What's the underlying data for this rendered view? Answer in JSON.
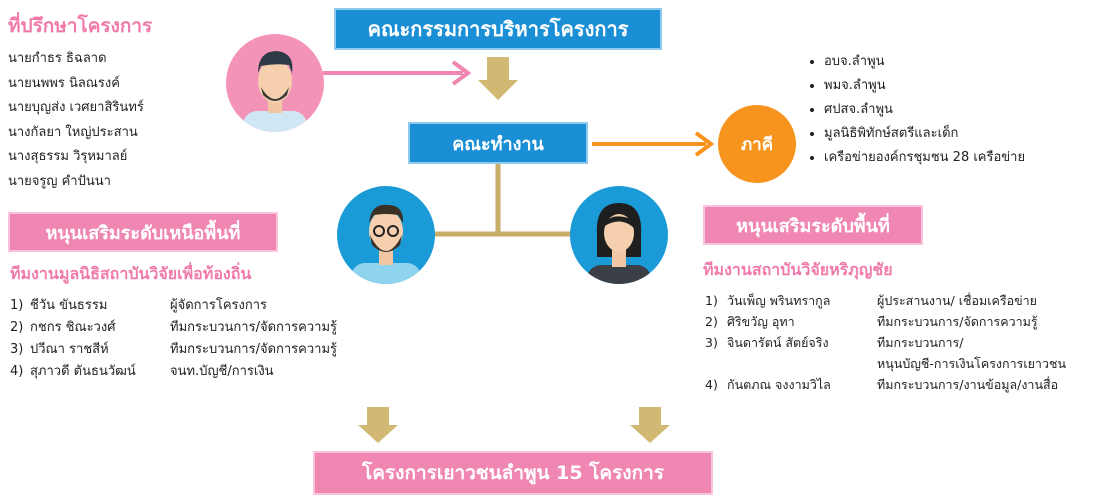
{
  "colors": {
    "blue": "#1a8fd6",
    "pink": "#f087b3",
    "orange": "#f7941d",
    "arrow_tan": "#d2b973",
    "line_tan": "#c9ad6a"
  },
  "top_box": "คณะกรรมการบริหารโครงการ",
  "working_box": "คณะทำงาน",
  "partner_circle": "ภาคี",
  "bottom_box": "โครงการเยาวชนลำพูน 15 โครงการ",
  "advisors": {
    "title": "ที่ปรึกษาโครงการ",
    "names": [
      "นายกำธร ธิฉลาด",
      "นายนพพร นิลณรงค์",
      "นายบุญส่ง เวศยาสิรินทร์",
      "นางกัลยา ใหญ่ประสาน",
      "นางสุธรรม วิรุหมาลย์",
      "นายจรูญ คำปันนา"
    ]
  },
  "partners": [
    "อบจ.ลำพูน",
    "พมจ.ลำพูน",
    "ศปสจ.ลำพูน",
    "มูลนิธิพิทักษ์สตรีและเด็ก",
    "เครือข่ายองค์กรชุมชน 28 เครือข่าย"
  ],
  "left_support": {
    "title": "หนุนเสริมระดับเหนือพื้นที่",
    "team": "ทีมงานมูลนิธิสถาบันวิจัยเพื่อท้องถิ่น",
    "members": [
      {
        "num": "1)",
        "name": "ชีวัน ขันธรรม",
        "role": "ผู้จัดการโครงการ"
      },
      {
        "num": "2)",
        "name": "กชกร ชิณะวงศ์",
        "role": "ทีมกระบวนการ/จัดการความรู้"
      },
      {
        "num": "3)",
        "name": "ปวีณา ราชสีห์",
        "role": "ทีมกระบวนการ/จัดการความรู้"
      },
      {
        "num": "4)",
        "name": "สุภาวดี ตันธนวัฒน์",
        "role": "จนท.บัญชี/การเงิน"
      }
    ]
  },
  "right_support": {
    "title": "หนุนเสริมระดับพื้นที่",
    "team": "ทีมงานสถาบันวิจัยหริภุญชัย",
    "members": [
      {
        "num": "1)",
        "name": "วันเพ็ญ พรินทรากูล",
        "role": "ผู้ประสานงาน/ เชื่อมเครือข่าย"
      },
      {
        "num": "2)",
        "name": "ศิริขวัญ อุทา",
        "role": "ทีมกระบวนการ/จัดการความรู้"
      },
      {
        "num": "3)",
        "name": "จินดารัตน์ สัตย์จริง",
        "role": "ทีมกระบวนการ/"
      },
      {
        "num": "",
        "name": "",
        "role": "หนุนบัญชี-การเงินโครงการเยาวชน"
      },
      {
        "num": "4)",
        "name": "กันตภณ จงงามวิไล",
        "role": "ทีมกระบวนการ/งานข้อมูล/งานสื่อ"
      }
    ]
  }
}
